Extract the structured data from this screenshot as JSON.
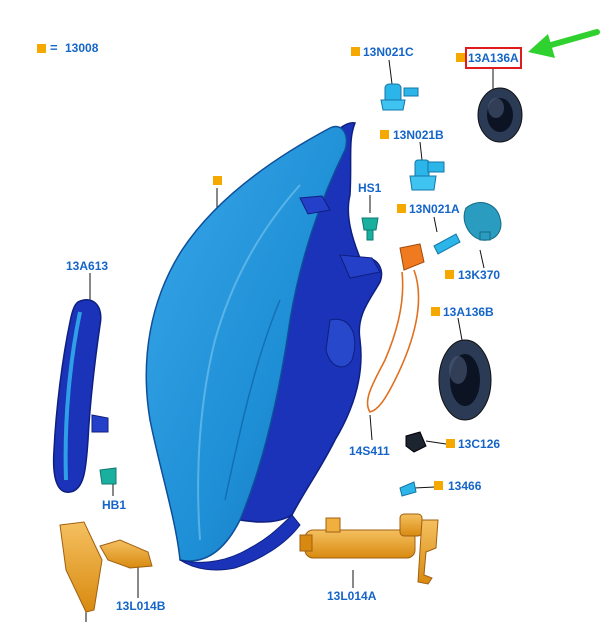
{
  "legend": {
    "equals": "=",
    "code": "13008"
  },
  "labels": {
    "l_13N021C": "13N021C",
    "l_13A136A": "13A136A",
    "l_13N021B": "13N021B",
    "l_HS1": "HS1",
    "l_13N021A": "13N021A",
    "l_13A613": "13A613",
    "l_13K370": "13K370",
    "l_13A136B": "13A136B",
    "l_14S411": "14S411",
    "l_13C126": "13C126",
    "l_13466": "13466",
    "l_HB1": "HB1",
    "l_13L014B": "13L014B",
    "l_13L014A": "13L014A"
  },
  "colors": {
    "label": "#1565c8",
    "marker": "#f5a800",
    "highlight_box": "#e01b1b",
    "arrow": "#2fd12f",
    "lens": "#1e8fd6",
    "housing": "#1a33b8",
    "bulb": "#2bb5e8",
    "gasket": "#1c2a40",
    "washer": "#e8a020",
    "wire": "#e07020"
  },
  "highlighted_part": "13A136A"
}
